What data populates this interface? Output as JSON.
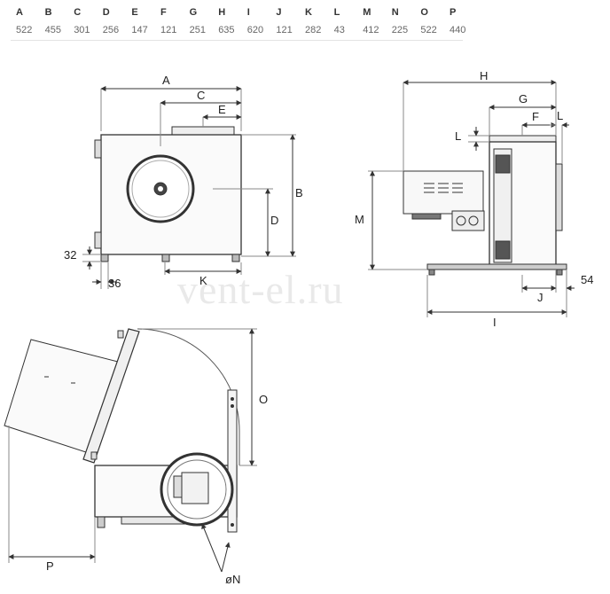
{
  "dimension_table": {
    "columns": [
      {
        "key": "A",
        "value": "522"
      },
      {
        "key": "B",
        "value": "455"
      },
      {
        "key": "C",
        "value": "301"
      },
      {
        "key": "D",
        "value": "256"
      },
      {
        "key": "E",
        "value": "147"
      },
      {
        "key": "F",
        "value": "121"
      },
      {
        "key": "G",
        "value": "251"
      },
      {
        "key": "H",
        "value": "635"
      },
      {
        "key": "I",
        "value": "620"
      },
      {
        "key": "J",
        "value": "121"
      },
      {
        "key": "K",
        "value": "282"
      },
      {
        "key": "L",
        "value": "43"
      },
      {
        "key": "M",
        "value": "412"
      },
      {
        "key": "N",
        "value": "225"
      },
      {
        "key": "O",
        "value": "522"
      },
      {
        "key": "P",
        "value": "440"
      }
    ]
  },
  "watermark": "vent-el.ru",
  "front_view": {
    "labels": {
      "A": "A",
      "C": "C",
      "E": "E",
      "B": "B",
      "D": "D",
      "K": "K",
      "offset_32": "32",
      "offset_36": "36"
    }
  },
  "side_view": {
    "labels": {
      "H": "H",
      "G": "G",
      "F": "F",
      "L_top": "L",
      "L_left": "L",
      "M": "M",
      "J": "J",
      "I": "I",
      "offset_54": "54"
    }
  },
  "bottom_view": {
    "labels": {
      "O": "O",
      "P": "P",
      "N": "øN"
    }
  }
}
